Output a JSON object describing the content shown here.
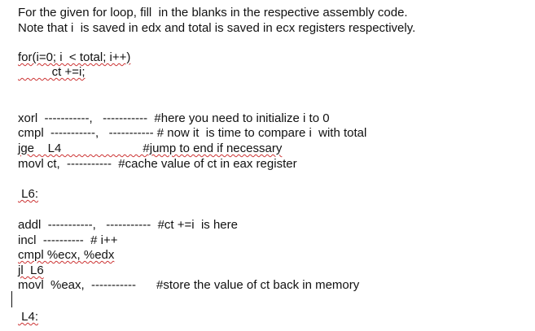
{
  "lines": [
    {
      "text": "For the given for loop, fill  in the blanks in the respective assembly code."
    },
    {
      "text": "Note that i  is saved in edx and total is saved in ecx registers respectively."
    },
    {
      "text": "for(i=0; i  < total; i++)"
    },
    {
      "text": "          ct +=i;"
    },
    {
      "text": "xorl  -----------,   -----------  #here you need to initialize i to 0"
    },
    {
      "text": "cmpl  -----------,   ----------- # now it  is time to compare i  with total"
    },
    {
      "text": "jge    L4                        #jump to end if necessary"
    },
    {
      "text": "movl ct,  -----------  #cache value of ct in eax register"
    },
    {
      "text": " L6:"
    },
    {
      "text": "addl  -----------,   -----------  #ct +=i  is here"
    },
    {
      "text": "incl  ----------  # i++"
    },
    {
      "text": "cmpl %ecx, %edx"
    },
    {
      "text": "jl  L6"
    },
    {
      "text": "movl  %eax,  -----------      #store the value of ct back in memory"
    },
    {
      "text": " L4:"
    }
  ],
  "colors": {
    "text": "#111111",
    "squiggle": "#cc3333",
    "background": "#ffffff"
  }
}
